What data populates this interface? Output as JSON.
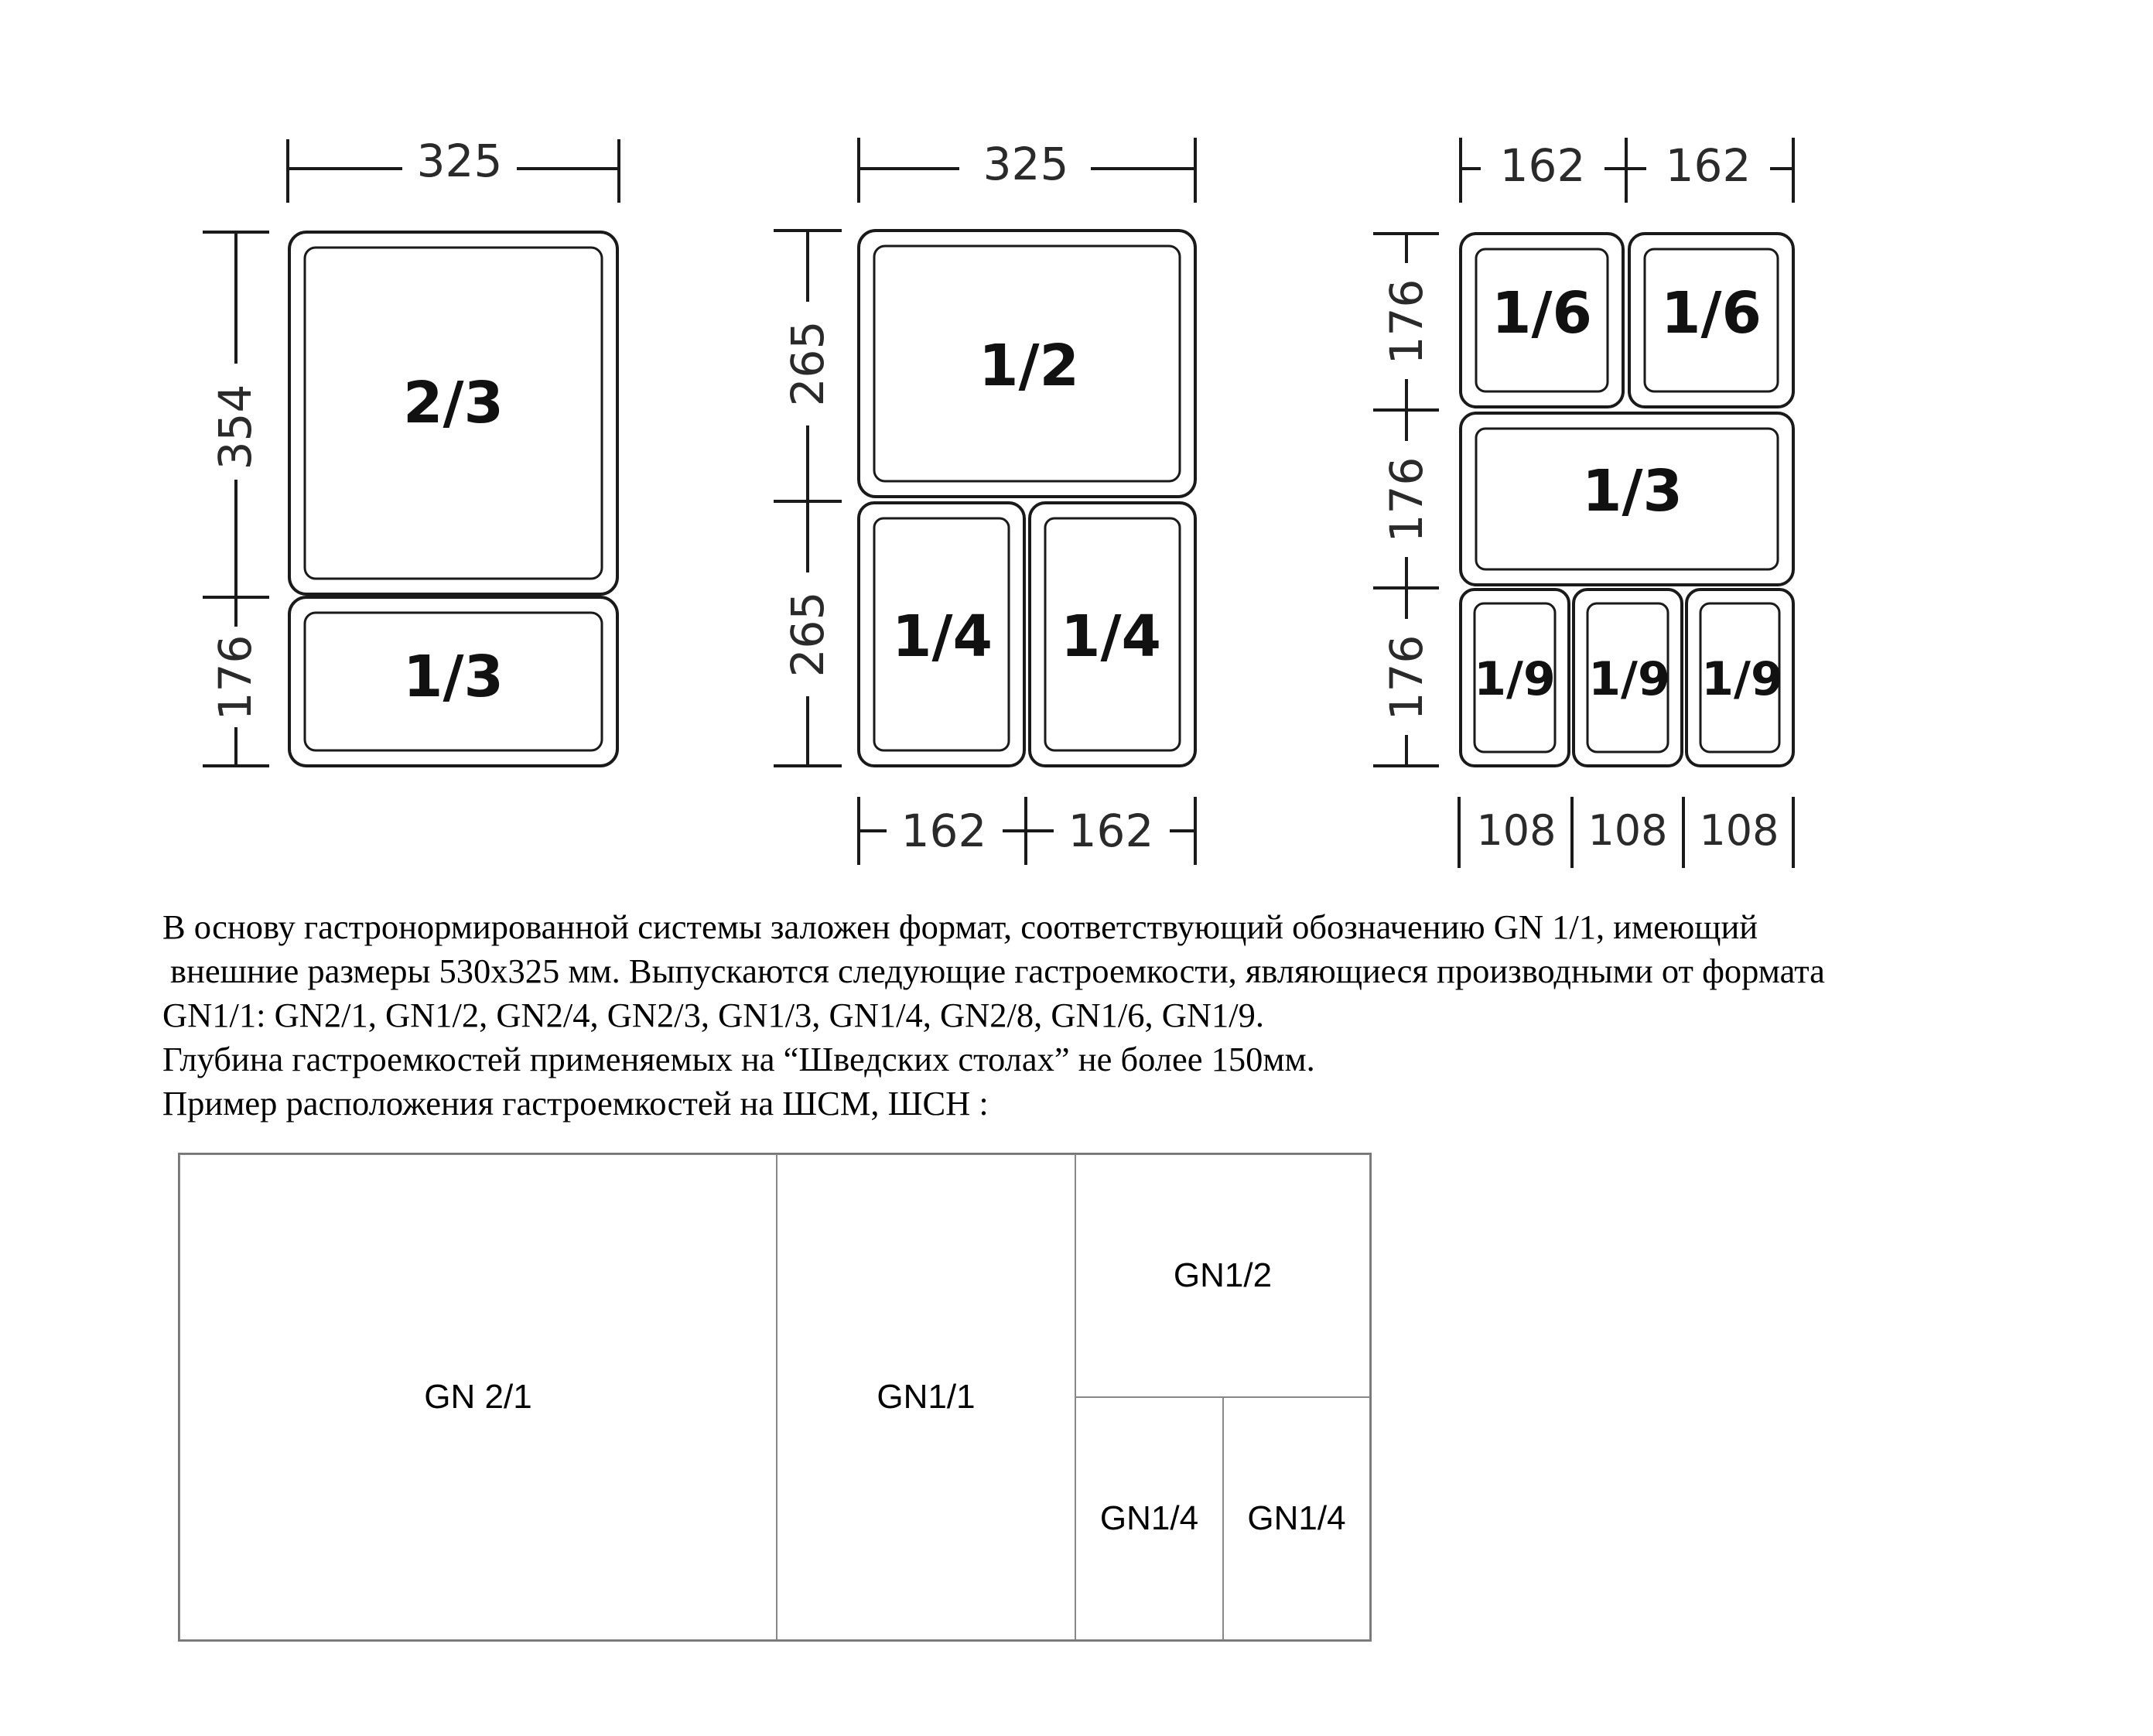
{
  "diagram_1": {
    "width_label": "325",
    "height_labels": [
      "354",
      "176"
    ],
    "compartments": [
      "2/3",
      "1/3"
    ]
  },
  "diagram_2": {
    "width_label": "325",
    "height_labels": [
      "265",
      "265"
    ],
    "bottom_labels": [
      "162",
      "162"
    ],
    "compartments": [
      "1/2",
      "1/4",
      "1/4"
    ]
  },
  "diagram_3": {
    "top_labels": [
      "162",
      "162"
    ],
    "height_labels": [
      "176",
      "176",
      "176"
    ],
    "bottom_labels": [
      "108",
      "108",
      "108"
    ],
    "compartments": [
      "1/6",
      "1/6",
      "1/3",
      "1/9",
      "1/9",
      "1/9"
    ]
  },
  "description": {
    "lines": [
      "В основу гастронормированной системы заложен формат, соответствующий обозначению GN 1/1, имеющий",
      "внешние размеры 530x325 мм. Выпускаются следующие гастроемкости, являющиеся производными от формата",
      "GN1/1: GN2/1, GN1/2, GN2/4, GN2/3, GN1/3, GN1/4, GN2/8, GN1/6, GN1/9.",
      "Глубина гастроемкостей применяемых на “Шведских столах” не более 150мм.",
      "Пример расположения гастроемкостей на ШСМ, ШСН :"
    ]
  },
  "layout": {
    "cells": [
      "GN 2/1",
      "GN1/1",
      "GN1/2",
      "GN1/4",
      "GN1/4"
    ]
  }
}
